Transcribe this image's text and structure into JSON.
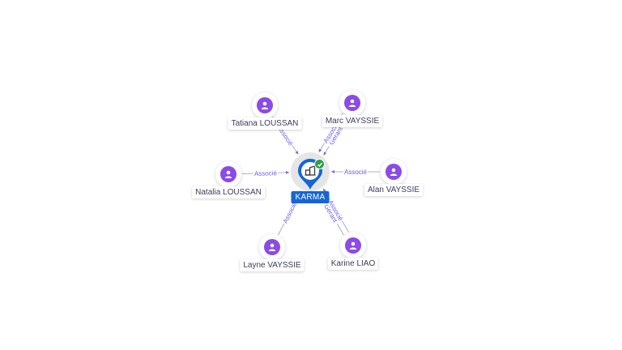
{
  "company": {
    "name": "KARMA",
    "verified": true
  },
  "people": [
    {
      "id": "tatiana",
      "name": "Tatiana LOUSSAN",
      "edges": [
        "Associé"
      ]
    },
    {
      "id": "marc",
      "name": "Marc VAYSSIE",
      "edges": [
        "Gérant",
        "Associé"
      ]
    },
    {
      "id": "natalia",
      "name": "Natalia LOUSSAN",
      "edges": [
        "Associé"
      ]
    },
    {
      "id": "alan",
      "name": "Alan VAYSSIE",
      "edges": [
        "Associé"
      ]
    },
    {
      "id": "layne",
      "name": "Layne VAYSSIE",
      "edges": [
        "Associé"
      ]
    },
    {
      "id": "karine",
      "name": "Karine LIAO",
      "edges": [
        "Gérant",
        "Associé"
      ]
    }
  ],
  "colors": {
    "person": "#8b4be6",
    "company": "#1565d8",
    "verified": "#2e9e4a",
    "edge_label": "#6d5be0"
  },
  "icons": {
    "person": "person-icon",
    "company": "building-icon",
    "verified": "check-icon"
  }
}
